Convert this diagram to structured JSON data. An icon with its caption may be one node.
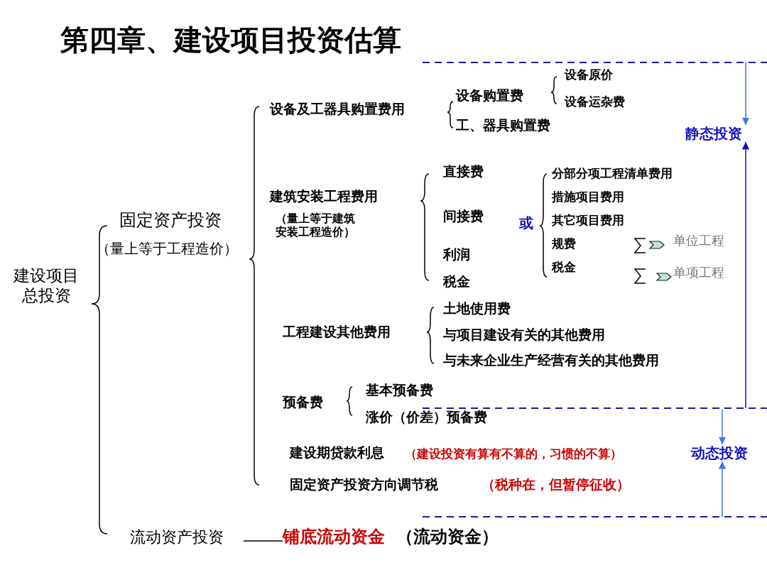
{
  "diagram": {
    "title": "第四章、建设项目投资估算",
    "nodes": [
      {
        "text": [
          "静态投资"
        ]
      },
      {
        "text": [
          "动态投资"
        ]
      }
    ],
    "edges": [
      {
        "from": null,
        "to": 0,
        "arrow": "to"
      },
      {
        "from": null,
        "to": 0,
        "arrow": "to",
        "color": "#1010c0"
      },
      {
        "from": null,
        "to": 1,
        "arrow": "to"
      },
      {
        "from": null,
        "to": 1,
        "arrow": "to"
      }
    ],
    "labels": [
      "建设项目总投资",
      "固定资产投资",
      "（量上等于工程造价）",
      "设备及工器具购置费用",
      "设备购置费",
      "设备原价",
      "设备运杂费",
      "工、器具购置费",
      "建筑安装工程费用",
      "（量上等于建筑安装工程造价）",
      "直接费",
      "间接费",
      "利润",
      "税金",
      "或",
      "分部分项工程清单费用",
      "措施项目费用",
      "其它项目费用",
      "规费",
      "税金",
      "单位工程",
      "单项工程",
      "工程建设其他费用",
      "土地使用费",
      "与项目建设有关的其他费用",
      "与未来企业生产经营有关的其他费用",
      "预备费",
      "基本预备费",
      "涨价（价差）预备费",
      "建设期贷款利息",
      "（建设投资有算有不算的，习惯的不算）",
      "固定资产投资方向调节税",
      "（税种在，但暂停征收）",
      "流动资产投资",
      "铺底流动资金",
      "（流动资金）"
    ]
  }
}
